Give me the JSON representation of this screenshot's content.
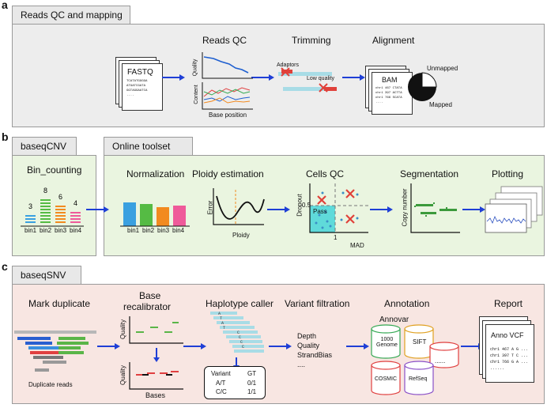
{
  "panel_a": {
    "letter": "a",
    "tab": "Reads QC and mapping",
    "fastq_doc": {
      "title": "FASTQ",
      "lines": [
        "TCATATGGGGA",
        "ATGATCGATA",
        "GGTAGGAATCA",
        "...."
      ]
    },
    "reads_qc": {
      "title": "Reads QC",
      "quality_label": "Quality",
      "content_label": "Content",
      "xlabel": "Base position"
    },
    "trimming": {
      "title": "Trimming",
      "adaptors": "Adaptors",
      "low_quality": "Low quality"
    },
    "alignment": {
      "title": "Alignment",
      "bam_title": "BAM",
      "bam_lines": [
        "chr1 467 CTATA",
        "chr1 397 ACTTA",
        "chr1 766 SCATA",
        "...."
      ],
      "unmapped": "Unmapped",
      "mapped": "Mapped"
    }
  },
  "panel_b": {
    "letter": "b",
    "tab_left": "baseqCNV",
    "tab_right": "Online toolset",
    "bin_counting": {
      "title": "Bin_counting",
      "bins": [
        "bin1",
        "bin2",
        "bin3",
        "bin4"
      ],
      "counts": [
        "3",
        "8",
        "6",
        "4"
      ],
      "count_values": [
        3,
        8,
        6,
        4
      ],
      "colors": [
        "#3aa0e0",
        "#55bb44",
        "#f28a1f",
        "#ef5a9a"
      ]
    },
    "normalization": {
      "title": "Normalization",
      "bins": [
        "bin1",
        "bin2",
        "bin3",
        "bin4"
      ],
      "colors": [
        "#3aa0e0",
        "#55bb44",
        "#f28a1f",
        "#ef5a9a"
      ]
    },
    "ploidy": {
      "title": "Ploidy estimation",
      "ylabel": "Error",
      "xlabel": "Ploidy"
    },
    "cells_qc": {
      "title": "Cells QC",
      "ylabel": "Dropout",
      "xlabel": "MAD",
      "pass": "Pass",
      "y_tick": "0.5",
      "x_tick": "1"
    },
    "segmentation": {
      "title": "Segmentation",
      "ylabel": "Copy number"
    },
    "plotting": {
      "title": "Plotting"
    }
  },
  "panel_c": {
    "letter": "c",
    "tab": "baseqSNV",
    "mark_duplicate": {
      "title": "Mark duplicate",
      "caption": "Duplicate reads"
    },
    "recalibrator": {
      "title_line1": "Base",
      "title_line2": "recalibrator",
      "ylabel_top": "Quality",
      "ylabel_bottom": "Quality",
      "xlabel": "Bases"
    },
    "haplotype": {
      "title": "Haplotype caller",
      "table_headers": [
        "Variant",
        "GT"
      ],
      "table_rows": [
        [
          "A/T",
          "0/1"
        ],
        [
          "C/C",
          "1/1"
        ]
      ]
    },
    "variant_filtration": {
      "title": "Variant filtration",
      "items": [
        "Depth",
        "Quality",
        "StrandBias",
        "...."
      ]
    },
    "annotation": {
      "title": "Annotation",
      "tool": "Annovar",
      "dbs": [
        "1000\nGenome",
        "SIFT",
        "......",
        "COSMIC",
        "RefSeq"
      ]
    },
    "report": {
      "title": "Report",
      "doc_title": "Anno VCF",
      "lines": [
        "chr1 467 A G ...",
        "chr1 397 T C ...",
        "chr1 766 G A ...",
        "......"
      ]
    }
  },
  "colors": {
    "panel_a_bg": "#ededed",
    "panel_b_bg": "#eaf5e0",
    "panel_c_bg": "#f8e6e2",
    "arrow": "#1f3fd6",
    "red_x": "#e0413a",
    "teal": "#5fdada"
  }
}
